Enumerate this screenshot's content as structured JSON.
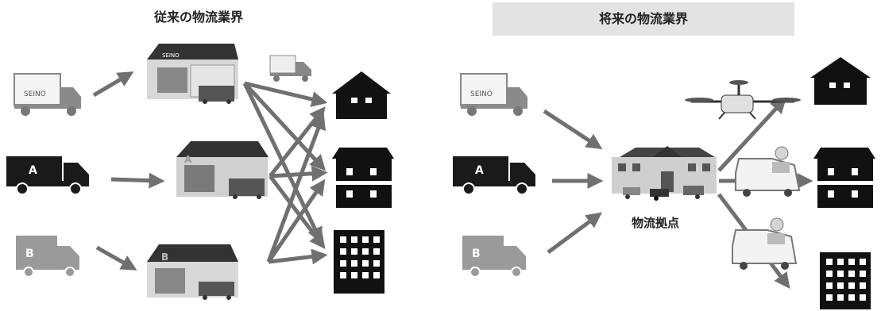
{
  "left_panel": {
    "title": "従来の物流業界"
  },
  "right_panel": {
    "title": "将来の物流業界",
    "hub_label": "物流拠点"
  },
  "trucks": {
    "seino_text": "SEINO",
    "a_label": "A",
    "b_label": "B"
  },
  "warehouse_labels": {
    "seino_text": "SEINO",
    "a_label": "A",
    "b_label": "B"
  },
  "colors": {
    "arrow": "#707070",
    "dark": "#1a1a1a",
    "mid": "#555555",
    "light": "#9a9a9a",
    "title_band": "#e3e3e3"
  }
}
